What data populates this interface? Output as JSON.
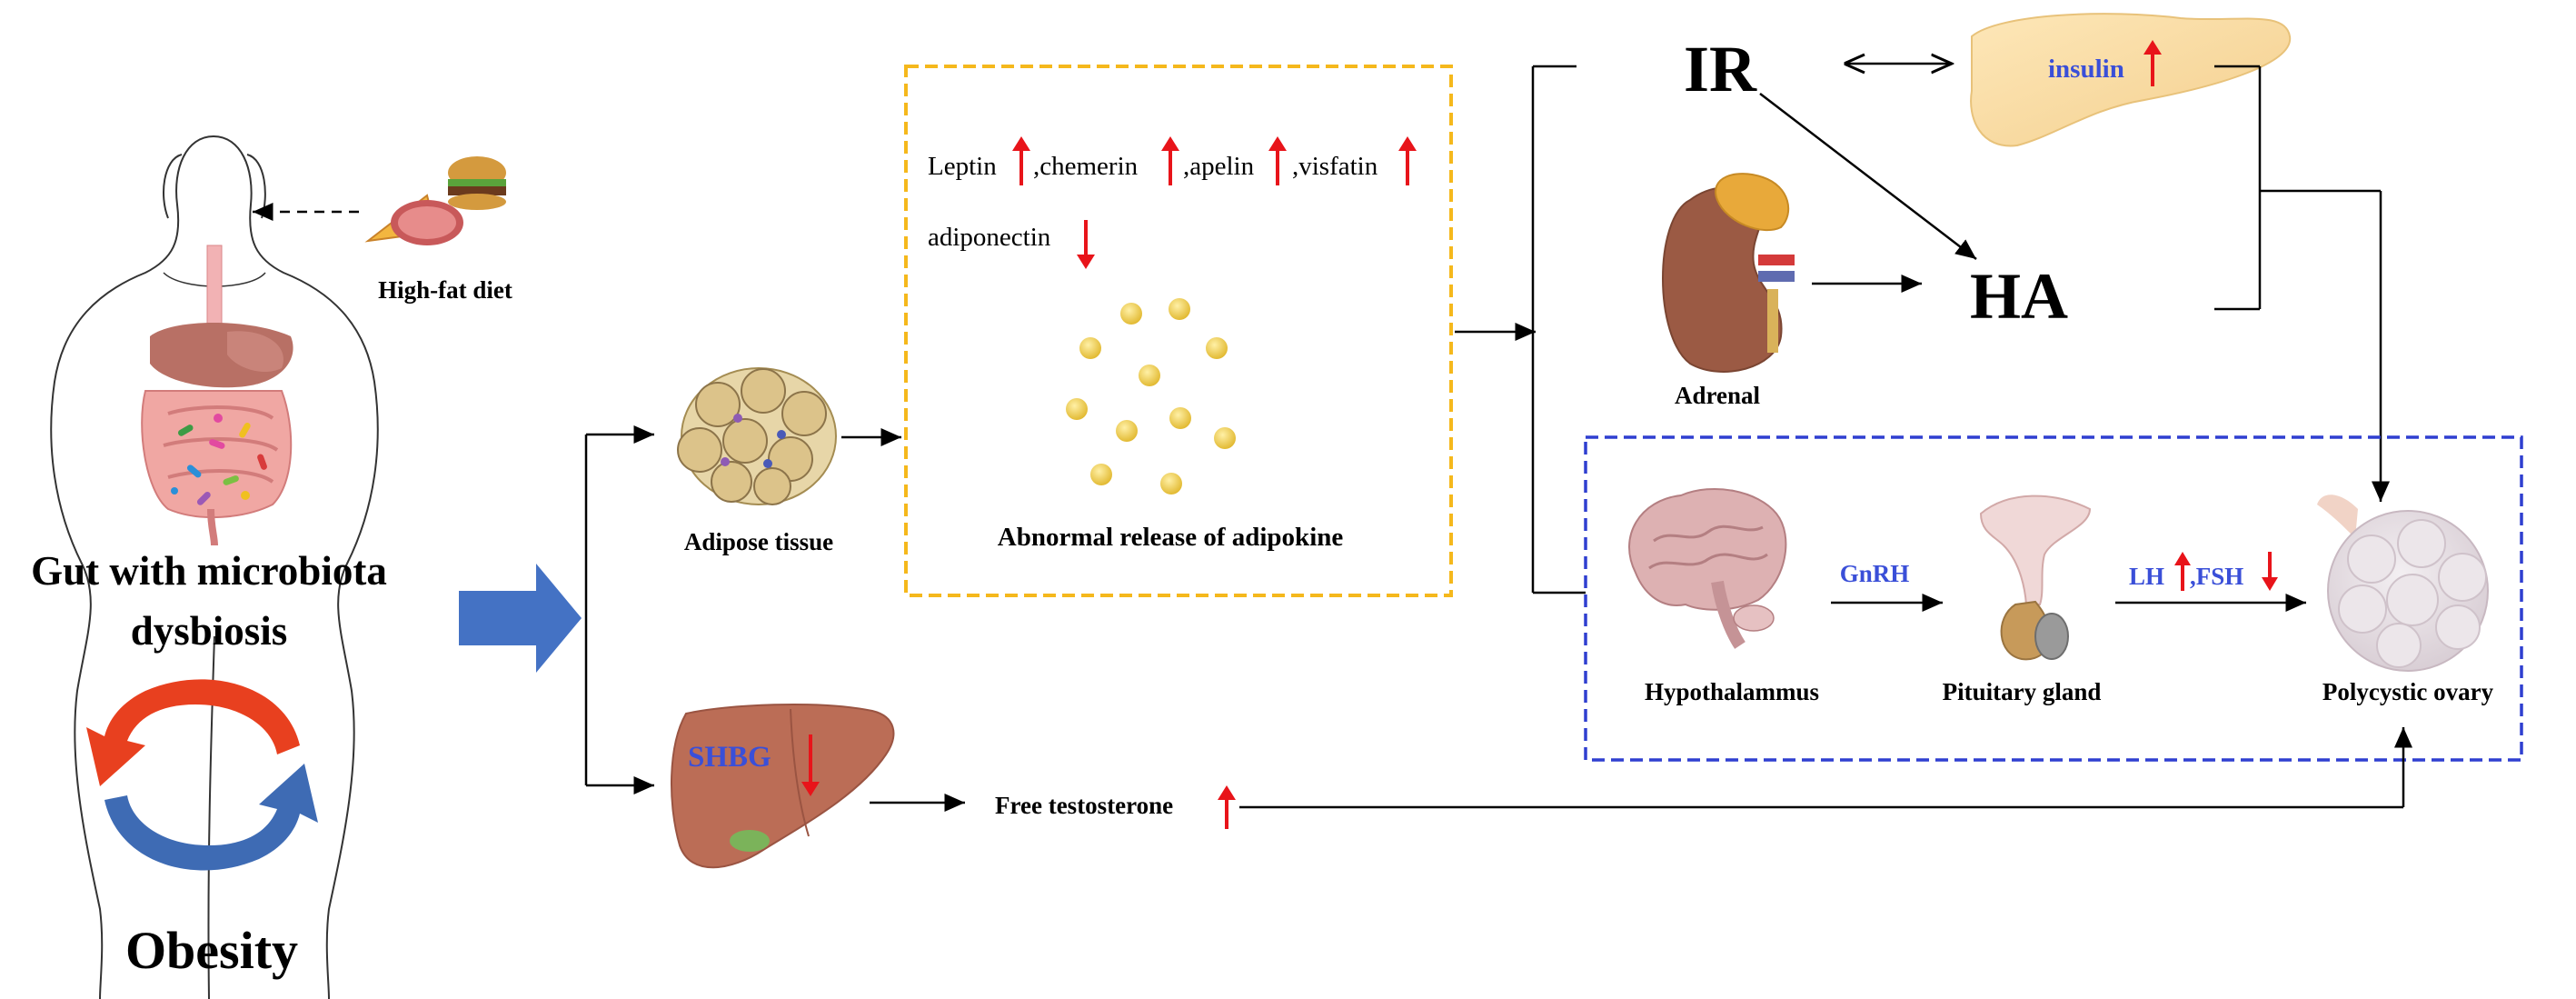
{
  "left": {
    "diet_label": "High-fat diet",
    "gut_label_line1": "Gut with microbiota",
    "gut_label_line2": "dysbiosis",
    "obesity_label": "Obesity"
  },
  "adipose": {
    "label": "Adipose tissue",
    "adipokines": {
      "leptin": "Leptin",
      "chemerin": ",chemerin",
      "apelin": ",apelin",
      "visfatin": ",visfatin",
      "adiponectin": "adiponectin"
    },
    "release_label": "Abnormal release of  adipokine"
  },
  "liver": {
    "shbg_label": "SHBG",
    "free_t_label": "Free testosterone"
  },
  "top_right": {
    "ir_label": "IR",
    "insulin_label": "insulin",
    "ha_label": "HA",
    "adrenal_label": "Adrenal"
  },
  "axis": {
    "hypothalamus_label": "Hypothalammus",
    "gnrh_label": "GnRH",
    "pituitary_label": "Pituitary gland",
    "lh_label": "LH",
    "fsh_label": ",FSH",
    "ovary_label": "Polycystic ovary"
  },
  "colors": {
    "up_arrow": "#e8141a",
    "down_arrow": "#e8141a",
    "hormone_text": "#3a4fd8",
    "adipokine_box_border": "#f5b81c",
    "hpo_box_border": "#2f3fd0",
    "big_arrow": "#4472c4"
  }
}
